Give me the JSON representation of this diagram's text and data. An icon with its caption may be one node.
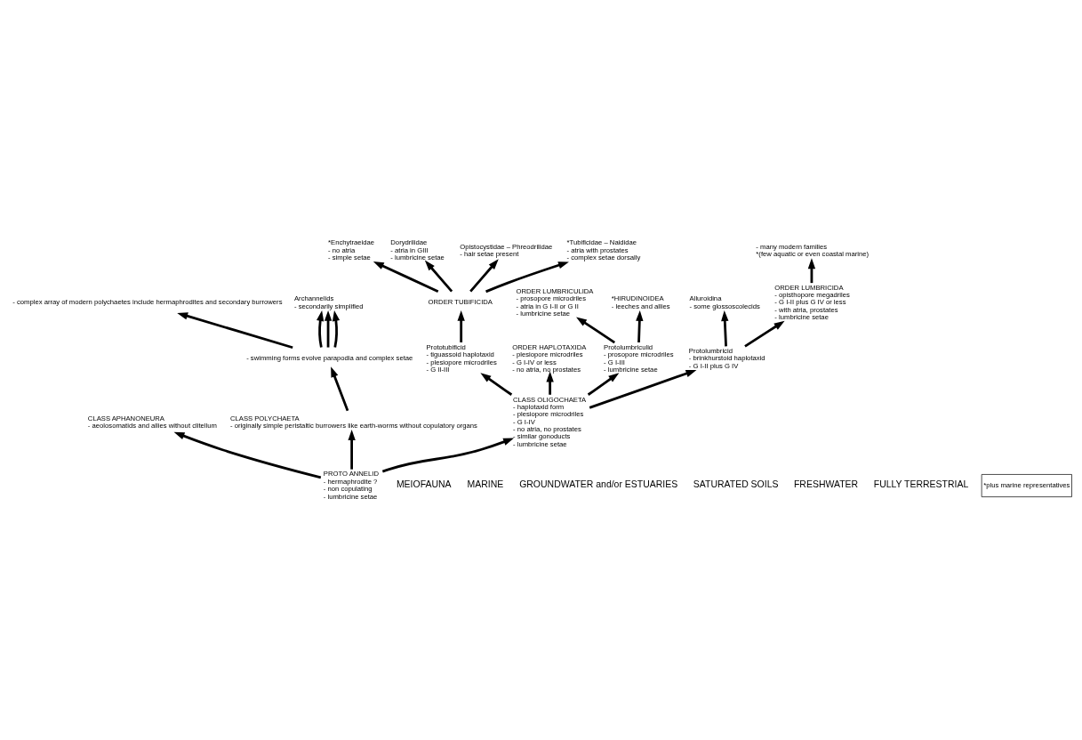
{
  "diagram": {
    "nodes": [
      {
        "text": [
          "PROTO ANNELID",
          "- hermaphrodite ?",
          "- non copulating",
          "- lumbricine setae"
        ]
      },
      {
        "text": [
          "CLASS APHANONEURA",
          "- aeolosomatids and allies without clitellum"
        ]
      },
      {
        "text": [
          "CLASS POLYCHAETA",
          "- originally simple peristaltic burrowers like earth-worms without copulatory organs"
        ]
      },
      {
        "text": [
          "- swimming forms evolve parapodia and complex setae"
        ]
      },
      {
        "text": [
          "- complex array of modern polychaetes include hermaphrodites and secondary burrowers"
        ]
      },
      {
        "text": [
          "Archannelids",
          "- secondarily simplified"
        ]
      },
      {
        "text": [
          "CLASS OLIGOCHAETA",
          "- haplotaxid form",
          "- plesiopore microdriles",
          "- G I-IV",
          "- no atria, no prostates",
          "- similar gonoducts",
          "- lumbricine setae"
        ]
      },
      {
        "text": [
          "Prototubificid",
          "- tiguassoid haplotaxid",
          "- plesiopore microdriles",
          "- G II-III"
        ]
      },
      {
        "text": [
          "ORDER TUBIFICIDA"
        ]
      },
      {
        "text": [
          "*Enchytraeidae",
          "- no atria",
          "- simple setae"
        ]
      },
      {
        "text": [
          "Dorydrilidae",
          "- atria in GIII",
          "- lumbricine setae"
        ]
      },
      {
        "text": [
          "Opistocystidae – Phreodrilidae",
          "- hair setae present"
        ]
      },
      {
        "text": [
          "*Tubificidae – Naididae",
          "- atria with prostates",
          "- complex setae dorsally"
        ]
      },
      {
        "text": [
          "ORDER HAPLOTAXIDA",
          "- plesiopore microdriles",
          "- G I-IV or less",
          "- no atria, no prostates"
        ]
      },
      {
        "text": [
          "Protolumbriculid",
          "- prosopore microdriles",
          "- G I-III",
          "- lumbricine setae"
        ]
      },
      {
        "text": [
          "ORDER LUMBRICULIDA",
          "- prosopore microdriles",
          "- atria in G I-II or G II",
          "- lumbricine setae"
        ]
      },
      {
        "text": [
          "*HIRUDINOIDEA",
          "- leeches and allies"
        ]
      },
      {
        "text": [
          "Protolumbricid",
          "- brinkhurstoid haplotaxid",
          "- G I-II plus G IV"
        ]
      },
      {
        "text": [
          "Alluroidina",
          "- some glossoscolecids"
        ]
      },
      {
        "text": [
          "ORDER LUMBRICIDA",
          "- opisthopore megadriles",
          "- G I-II plus G IV or less",
          "- with atria, prostates",
          "- lumbricine setae"
        ]
      },
      {
        "text": [
          "- many modern families",
          "*(few aquatic or even coastal marine)"
        ]
      }
    ],
    "edges": [
      {
        "from": 0,
        "to": 1,
        "arrow": "to"
      },
      {
        "from": 0,
        "to": 2,
        "arrow": "to"
      },
      {
        "from": 0,
        "to": 6,
        "arrow": "to"
      },
      {
        "from": 2,
        "to": 3,
        "arrow": "to"
      },
      {
        "from": 3,
        "to": 4,
        "arrow": "to"
      },
      {
        "from": 3,
        "to": 5,
        "arrow": "to"
      },
      {
        "from": 3,
        "to": 5,
        "arrow": "to"
      },
      {
        "from": 3,
        "to": 5,
        "arrow": "to"
      },
      {
        "from": 6,
        "to": 7,
        "arrow": "to"
      },
      {
        "from": 6,
        "to": 13,
        "arrow": "to"
      },
      {
        "from": 6,
        "to": 14,
        "arrow": "to"
      },
      {
        "from": 6,
        "to": 17,
        "arrow": "to"
      },
      {
        "from": 7,
        "to": 8,
        "arrow": "to"
      },
      {
        "from": 8,
        "to": 9,
        "arrow": "to"
      },
      {
        "from": 8,
        "to": 10,
        "arrow": "to"
      },
      {
        "from": 8,
        "to": 11,
        "arrow": "to"
      },
      {
        "from": 8,
        "to": 12,
        "arrow": "to"
      },
      {
        "from": 14,
        "to": 15,
        "arrow": "to"
      },
      {
        "from": 14,
        "to": 16,
        "arrow": "to"
      },
      {
        "from": 17,
        "to": 18,
        "arrow": "to"
      },
      {
        "from": 17,
        "to": 19,
        "arrow": "to"
      },
      {
        "from": 19,
        "to": 20,
        "arrow": "to"
      }
    ],
    "labels": [
      "MEIOFAUNA",
      "MARINE",
      "GROUNDWATER and/or ESTUARIES",
      "SATURATED SOILS",
      "FRESHWATER",
      "FULLY TERRESTRIAL",
      "*plus marine representatives"
    ]
  }
}
